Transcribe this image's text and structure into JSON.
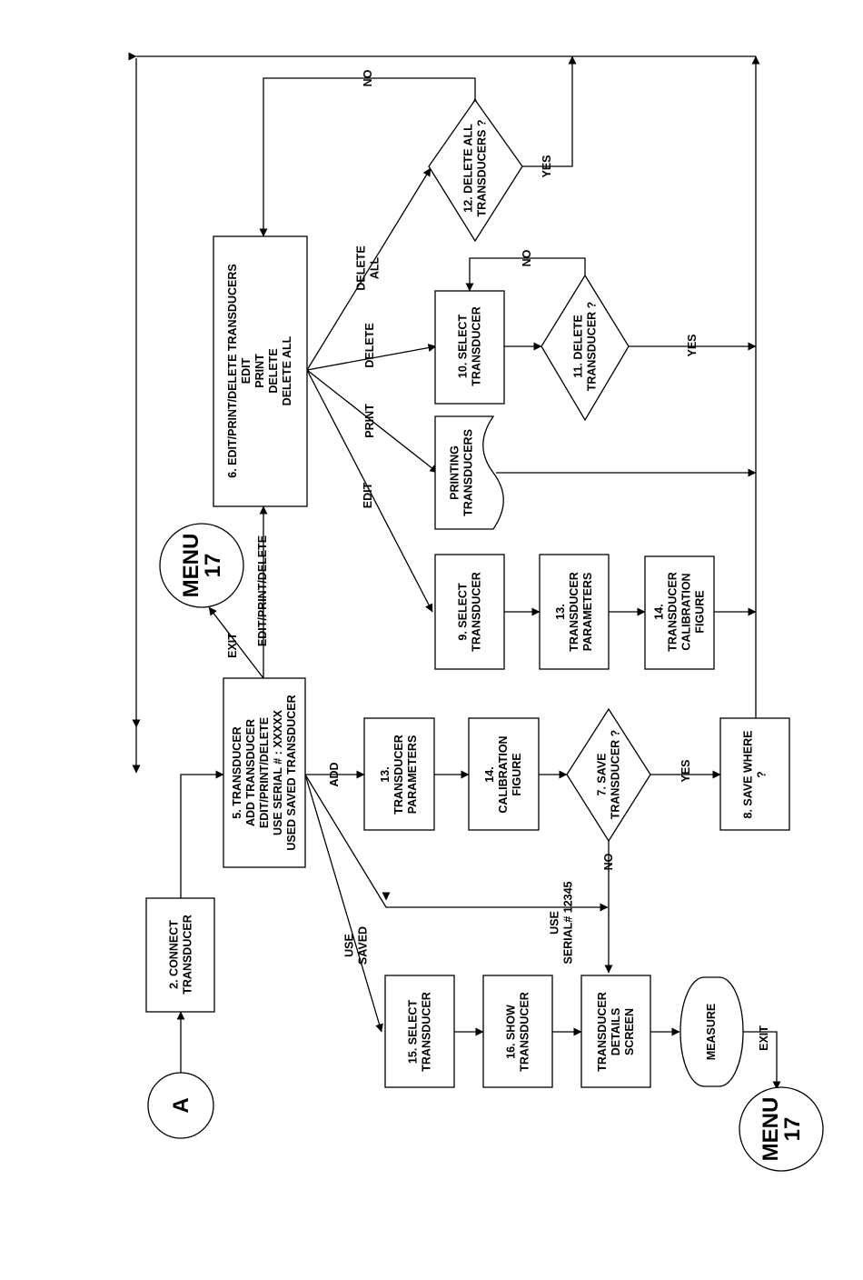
{
  "connectors": {
    "a": "A",
    "menu_top": [
      "MENU",
      "17"
    ],
    "menu_bottom": [
      "MENU",
      "17"
    ]
  },
  "nodes": {
    "n2": [
      "2. CONNECT",
      "TRANSDUCER"
    ],
    "n5": [
      "5. TRANSDUCER",
      "ADD TRANSDUCER",
      "EDIT/PRINT/DELETE",
      "USE SERIAL # : XXXXX",
      "USED SAVED TRANSDUCER"
    ],
    "n6": [
      "6. EDIT/PRINT/DELETE TRANSDUCERS",
      "EDIT",
      "PRINT",
      "DELETE",
      "DELETE ALL"
    ],
    "n9": [
      "9. SELECT",
      "TRANSDUCER"
    ],
    "n13_edit": [
      "13.",
      "TRANSDUCER",
      "PARAMETERS"
    ],
    "n14_edit": [
      "14.",
      "TRANSDUCER",
      "CALIBRATION",
      "FIGURE"
    ],
    "printing": [
      "PRINTING",
      "TRANSDUCERS"
    ],
    "n10": [
      "10. SELECT",
      "TRANSDUCER"
    ],
    "n11": [
      "11. DELETE",
      "TRANSDUCER ?"
    ],
    "n12": [
      "12. DELETE ALL",
      "TRANSDUCERS ?"
    ],
    "n13_add": [
      "13.",
      "TRANSDUCER",
      "PARAMETERS"
    ],
    "n14_add": [
      "14.",
      "CALIBRATION",
      "FIGURE"
    ],
    "n7": [
      "7. SAVE",
      "TRANSDUCER ?"
    ],
    "n8": [
      "8. SAVE WHERE",
      "?"
    ],
    "n15": [
      "15. SELECT",
      "TRANSDUCER"
    ],
    "n16": [
      "16. SHOW",
      "TRANSDUCER"
    ],
    "details": [
      "TRANSDUCER",
      "DETAILS",
      "SCREEN"
    ],
    "measure": [
      "MEASURE"
    ]
  },
  "labels": {
    "exit_top": "EXIT",
    "edit_print_delete": "EDIT/PRINT/DELETE",
    "add": "ADD",
    "use_saved": [
      "USE",
      "SAVED"
    ],
    "use_serial": [
      "USE",
      "SERIAL# 12345"
    ],
    "no_7": "NO",
    "yes_7": "YES",
    "edit": "EDIT",
    "print": "PRINT",
    "delete": "DELETE",
    "delete_all": [
      "DELETE",
      "ALL"
    ],
    "no_11": "NO",
    "yes_11": "YES",
    "no_12": "NO",
    "yes_12": "YES",
    "exit_bottom": "EXIT"
  }
}
